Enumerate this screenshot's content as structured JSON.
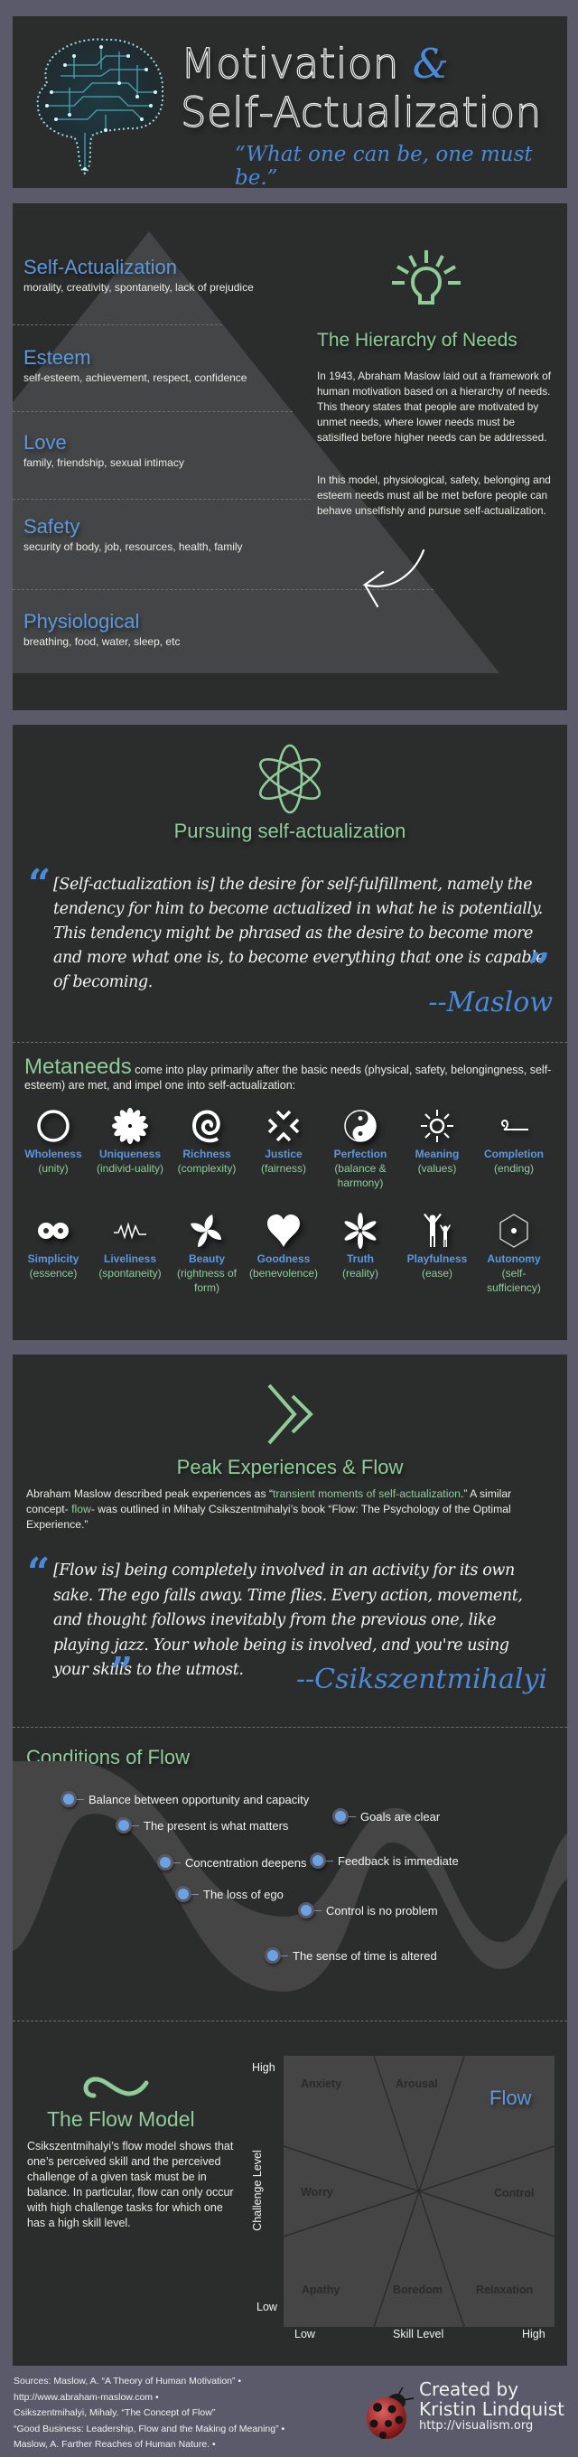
{
  "header": {
    "title_line1": "Motivation",
    "ampersand": "&",
    "title_line2": "Self-Actualization",
    "motto": "“What one can be, one must be.”",
    "icon": "circuit-brain-icon"
  },
  "hierarchy": {
    "levels": [
      {
        "name": "Self-Actualization",
        "desc": "morality, creativity, spontaneity, lack of prejudice"
      },
      {
        "name": "Esteem",
        "desc": "self-esteem, achievement, respect, confidence"
      },
      {
        "name": "Love",
        "desc": "family, friendship, sexual intimacy"
      },
      {
        "name": "Safety",
        "desc": "security of body, job, resources, health, family"
      },
      {
        "name": "Physiological",
        "desc": "breathing, food, water, sleep, etc"
      }
    ],
    "icon": "lightbulb-icon",
    "title": "The Hierarchy of Needs",
    "para1": "In 1943, Abraham Maslow laid out a framework of human motivation based on a hierarchy of needs.  This theory states that people are motivated by unmet needs, where lower needs must be satisified before higher needs can be addressed.",
    "para2": "In this model, physiological, safety, belonging and esteem needs must all be met before people can behave unselfishly and pursue self-actualization."
  },
  "pursuing": {
    "icon": "atom-icon",
    "title": "Pursuing self-actualization",
    "quote_open": "“",
    "quote": "[Self-actualization is] the desire for self-fulfillment, namely the tendency for him to become actualized in what he is potentially. This tendency might be phrased as the desire to become more and more what one is, to become everything that one is capable of becoming.",
    "quote_close": "”",
    "attribution": "--Maslow",
    "metaneeds_word": "Metaneeds",
    "metaneeds_text": " come into play primarily after the basic needs (physical, safety, belongingness, self-esteem) are met, and impel one into self-actualization:",
    "needs": [
      {
        "name": "Wholeness",
        "sub": "(unity)",
        "icon": "circle-icon"
      },
      {
        "name": "Uniqueness",
        "sub": "(individ-uality)",
        "icon": "flower-icon"
      },
      {
        "name": "Richness",
        "sub": "(complexity)",
        "icon": "spiral-icon"
      },
      {
        "name": "Justice",
        "sub": "(fairness)",
        "icon": "converging-arrows-icon"
      },
      {
        "name": "Perfection",
        "sub": "(balance & harmony)",
        "icon": "yin-yang-icon"
      },
      {
        "name": "Meaning",
        "sub": "(values)",
        "icon": "sun-icon"
      },
      {
        "name": "Completion",
        "sub": "(ending)",
        "icon": "curl-line-icon"
      },
      {
        "name": "Simplicity",
        "sub": "(essence)",
        "icon": "infinity-icon"
      },
      {
        "name": "Liveliness",
        "sub": "(spontaneity)",
        "icon": "zigzag-icon"
      },
      {
        "name": "Beauty",
        "sub": "(rightness of form)",
        "icon": "petal-icon"
      },
      {
        "name": "Goodness",
        "sub": "(benevolence)",
        "icon": "heart-icon"
      },
      {
        "name": "Truth",
        "sub": "(reality)",
        "icon": "asterisk-icon"
      },
      {
        "name": "Playfulness",
        "sub": "(ease)",
        "icon": "people-icon"
      },
      {
        "name": "Autonomy",
        "sub": "(self-sufficiency)",
        "icon": "hexagon-dot-icon"
      }
    ]
  },
  "flow": {
    "icon": "double-chevron-icon",
    "title": "Peak Experiences & Flow",
    "body_a": "Abraham Maslow  described peak experiences as “",
    "body_hl1": "transient moments of self-actualization",
    "body_b": ".”  A similar concept- ",
    "body_hl2": "flow",
    "body_c": "- was outlined in Mihaly Csikszentmihalyi’s book “Flow: The Psychology of the Optimal Experience.”",
    "quote_open": "“",
    "quote": "[Flow is] being completely involved in an activity for its own sake. The ego falls away. Time flies. Every action, movement, and thought follows inevitably from the previous one, like playing jazz. Your whole being is involved, and you're using your skills to the utmost.",
    "quote_close": "”",
    "attribution": "--Csikszentmihalyi",
    "conditions_title": "Conditions of Flow",
    "conditions": [
      "Balance between opportunity and capacity",
      "The present is what matters",
      "Concentration deepens",
      "The loss of ego",
      "Goals are clear",
      "Feedback is immediate",
      "Control is no problem",
      "The sense of time is altered"
    ],
    "model_icon": "tilde-swirl-icon",
    "model_title": "The Flow Model",
    "model_body": "Csikszentmihalyi’s flow model shows that one’s perceived skill and the perceived challenge of a given task must be in balance.  In particular, flow can only occur with high challenge tasks for which one has a high skill level."
  },
  "chart_data": {
    "type": "diagram",
    "title": "The Flow Model",
    "xlabel": "Skill Level",
    "ylabel": "Challenge Level",
    "x_ticks": [
      "Low",
      "High"
    ],
    "y_ticks": [
      "Low",
      "High"
    ],
    "zones": [
      "Anxiety",
      "Arousal",
      "Flow",
      "Worry",
      "Control",
      "Apathy",
      "Boredom",
      "Relaxation"
    ],
    "highlight": "Flow",
    "highlight_color": "#5d98dc"
  },
  "footer": {
    "sources": [
      "Sources: Maslow, A. “A Theory of Human Motivation” •",
      "http://www.abraham-maslow.com •",
      "Csikszentmihalyi, Mihaly. “The Concept of Flow”",
      "“Good Business: Leadership, Flow and the Making of Meaning” •",
      "Maslow, A. Farther Reaches of Human Nature. •"
    ],
    "credit_line1": "Created by",
    "credit_line2": "Kristin Lindquist",
    "credit_url": "http://visualism.org",
    "logo": "ladybug-icon"
  },
  "colors": {
    "background": "#5a5a6a",
    "panel": "#2b2c2c",
    "accent_blue": "#4a8ad8",
    "accent_green": "#8fcc9a",
    "pyramid": "#444546"
  }
}
